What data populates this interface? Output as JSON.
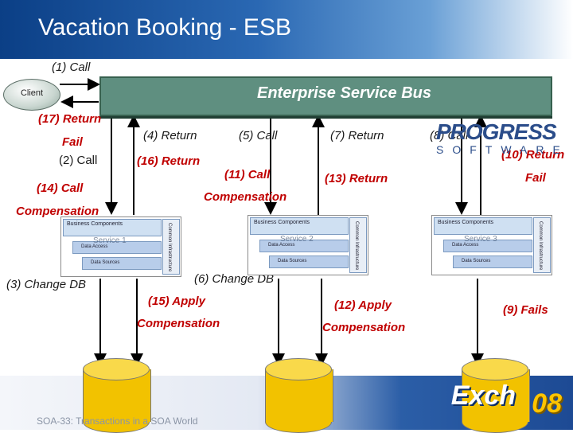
{
  "title": "Vacation Booking - ESB",
  "esb_label": "Enterprise Service Bus",
  "client_label": "Client",
  "labels": {
    "call_1": "(1) Call",
    "return_17": "(17) Return",
    "fail_left": "Fail",
    "call_2": "(2) Call",
    "call_14": "(14) Call",
    "compensation_14": "Compensation",
    "change_db_3": "(3) Change DB",
    "return_4": "(4) Return",
    "return_16": "(16) Return",
    "call_5": "(5) Call",
    "call_11": "(11) Call",
    "compensation_11": "Compensation",
    "change_db_6": "(6) Change DB",
    "apply_15": "(15) Apply",
    "compensation_15": "Compensation",
    "return_7": "(7) Return",
    "return_13": "(13) Return",
    "apply_12": "(12) Apply",
    "compensation_12": "Compensation",
    "call_8": "(8) Call",
    "return_10": "(10) Return",
    "fail_right": "Fail",
    "fails_9": "(9) Fails"
  },
  "services": [
    {
      "business": "Business Components",
      "data_access": "Data Access",
      "data_sources": "Data Sources",
      "infrastructure": "Common Infrastructure",
      "ghost": "Service 1"
    },
    {
      "business": "Business Components",
      "data_access": "Data Access",
      "data_sources": "Data Sources",
      "infrastructure": "Common Infrastructure",
      "ghost": "Service 2"
    },
    {
      "business": "Business Components",
      "data_access": "Data Access",
      "data_sources": "Data Sources",
      "infrastructure": "Common Infrastructure",
      "ghost": "Service 3"
    }
  ],
  "logo": {
    "main": "PROGRESS",
    "sub": "SOFTWARE"
  },
  "footer": "SOA-33: Transactions in a SOA World",
  "banner": {
    "word": "Exch",
    "year": "08"
  },
  "colors": {
    "esb": "#5f8f80",
    "label_red": "#c00000",
    "database": "#f2c200",
    "title_band": "#0b3f86"
  }
}
